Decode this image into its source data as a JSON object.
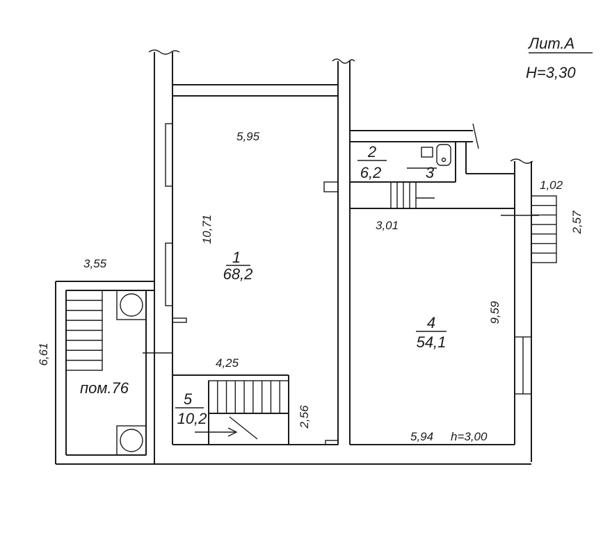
{
  "header": {
    "lit": "Лит.А",
    "height": "H=3,30"
  },
  "rooms": [
    {
      "number": "1",
      "area": "68,2"
    },
    {
      "number": "2",
      "area": "6,2"
    },
    {
      "number": "3",
      "area": ""
    },
    {
      "number": "4",
      "area": "54,1"
    },
    {
      "number": "5",
      "area": "10,2"
    }
  ],
  "annex_label": "пом.76",
  "dimensions": {
    "d595": "5,95",
    "d1071": "10,71",
    "d301": "3,01",
    "d102": "1,02",
    "d257": "2,57",
    "d355": "3,55",
    "d661": "6,61",
    "d425": "4,25",
    "d959": "9,59",
    "d256": "2,56",
    "d594": "5,94"
  },
  "room4_height": "h=3,00"
}
